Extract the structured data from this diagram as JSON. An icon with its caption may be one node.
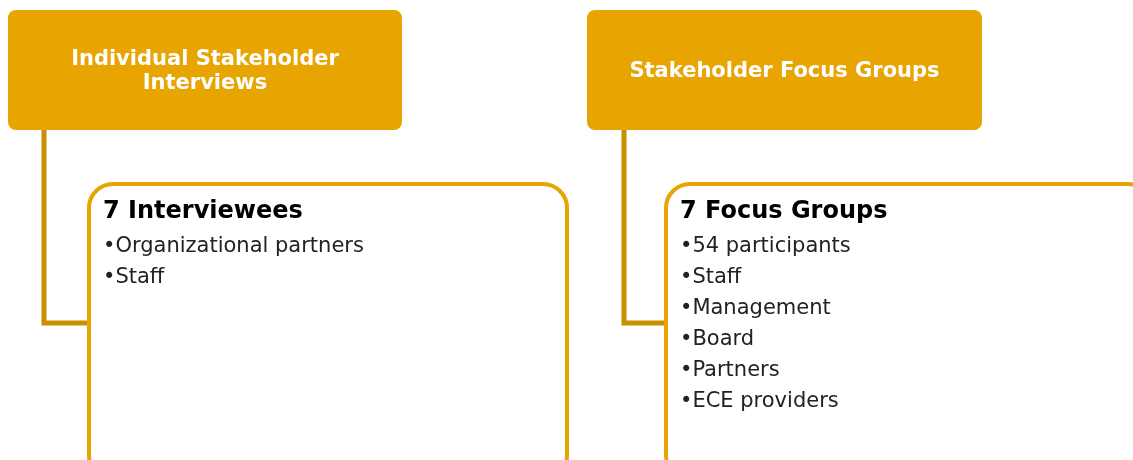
{
  "diagram": {
    "nodes": [
      {
        "text": [
          "Individual Stakeholder Interviews"
        ]
      },
      {
        "text": [
          "7 Interviewees",
          "•Organizational partners",
          "•Staff"
        ]
      },
      {
        "text": [
          "Stakeholder Focus Groups"
        ]
      },
      {
        "text": [
          "7 Focus Groups",
          "•54 participants",
          "•Staff",
          "•Management",
          "•Board",
          "•Partners",
          "•ECE providers"
        ]
      }
    ],
    "edges": [
      {
        "from": 0,
        "to": 1,
        "arrow": "none"
      },
      {
        "from": 2,
        "to": 3,
        "arrow": "none"
      }
    ]
  }
}
